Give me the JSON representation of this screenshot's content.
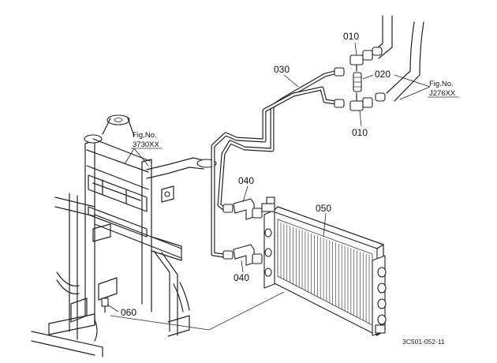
{
  "labels": {
    "p010_top": "010",
    "p020": "020",
    "p030": "030",
    "p010_bottom": "010",
    "p040_top": "040",
    "p050": "050",
    "p040_bottom": "040",
    "p060": "060"
  },
  "references": {
    "fig_left_line1": "Fig.No.",
    "fig_left_line2": "3730XX",
    "fig_right_line1": "Fig.No.",
    "fig_right_line2": "J276XX"
  },
  "drawing_code": "3C501-052-11"
}
